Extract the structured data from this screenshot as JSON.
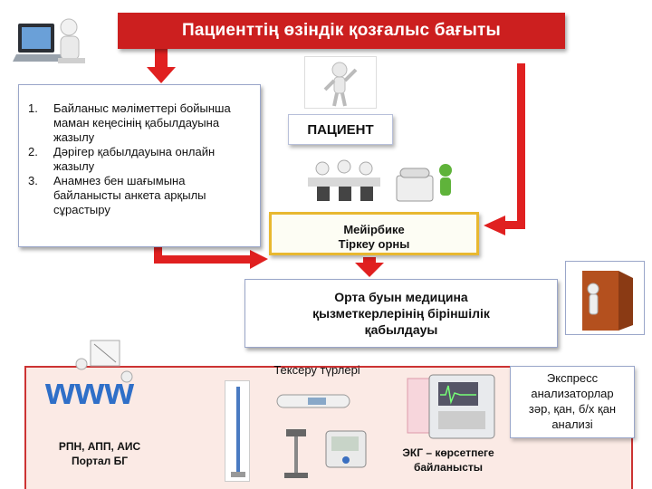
{
  "title": "Пациенттің өзіндік қозғалыс бағыты",
  "steps": [
    {
      "num": "1.",
      "text": "Байланыс мәліметтері бойынша маман кеңесінің қабылдауына жазылу"
    },
    {
      "num": "2.",
      "text": " Дәрігер қабылдауына онлайн жазылу"
    },
    {
      "num": "3.",
      "text": "Анамнез бен шағымына байланысты анкета арқылы сұрастыру"
    }
  ],
  "patient_label": "ПАЦИЕНТ",
  "nurse_line1": "Мейірбике",
  "nurse_line2": "Тіркеу орны",
  "mid_line1": "Орта буын медицина",
  "mid_line2": "қызметкерлерінің біріншілік",
  "mid_line3": "қабылдауы",
  "exam_label": "Тексеру түрлері",
  "express_line1": "Экспресс",
  "express_line2": "анализаторлар",
  "express_line3": "зәр, қан, б/х қан",
  "express_line4": "анализі",
  "rpn_line1": "РПН, АПП, АИС",
  "rpn_line2": "Портал БГ",
  "ekg_line1": "ЭКГ – көрсетпеге",
  "ekg_line2": "байланысты",
  "colors": {
    "banner": "#cc1f1f",
    "arrow": "#e02020",
    "nurse_border": "#e8b830",
    "bottom_bg": "#fbeae5"
  }
}
